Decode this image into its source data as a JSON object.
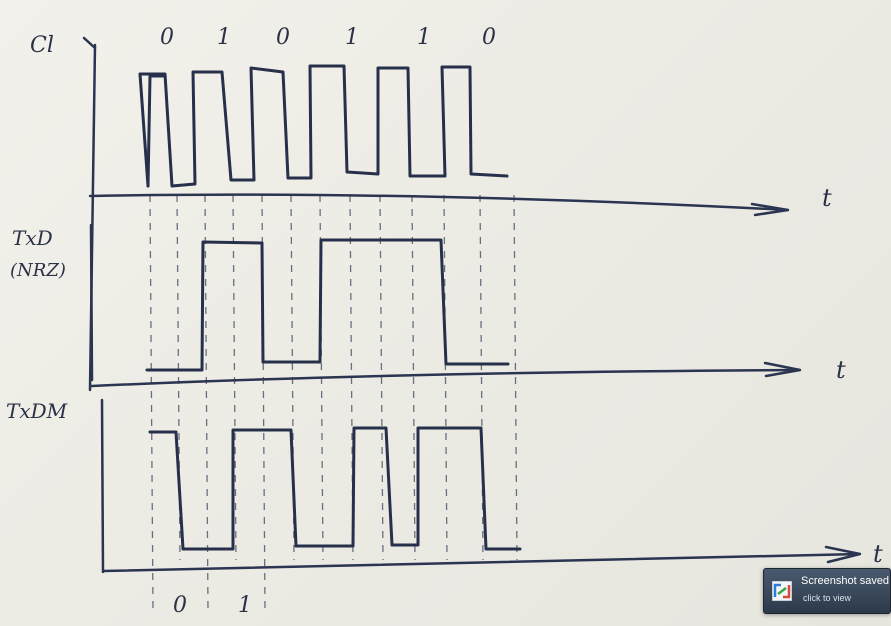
{
  "clock": {
    "label": "Cl",
    "bits": [
      "0",
      "1",
      "0",
      "1",
      "1",
      "0"
    ]
  },
  "txd": {
    "label_line1": "TxD",
    "label_line2": "(NRZ)"
  },
  "txdm": {
    "label": "TxDM",
    "bits": [
      "0",
      "1"
    ]
  },
  "axis_label": "t",
  "notification": {
    "title": "Screenshot saved",
    "subtitle": "click to view",
    "icon": "screenshot-app-icon"
  },
  "colors": {
    "ink": "#27304a",
    "paper": "#f0eee8",
    "toast": "#35445a"
  }
}
